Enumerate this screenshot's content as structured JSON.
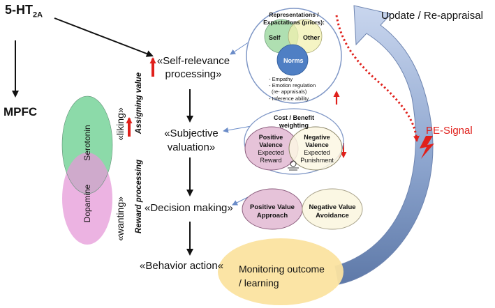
{
  "left": {
    "receptor_main": "5-HT",
    "receptor_sub": "2A",
    "mpfc": "MPFC",
    "serotonin": "Serotonin",
    "dopamine": "Dopamine",
    "liking": "«liking»",
    "wanting": "«wanting»",
    "assigning_value": "Assigning value",
    "reward_processing": "Reward processing"
  },
  "steps": {
    "self_relevance_1": "«Self-relevance",
    "self_relevance_2": "processing»",
    "subjective_1": "«Subjective",
    "subjective_2": "valuation»",
    "decision": "«Decision making»",
    "behavior": "«Behavior action«"
  },
  "priors": {
    "title_1": "Representations /",
    "title_2": "Expactations (priors):",
    "self": "Self",
    "other": "Other",
    "norms": "Norms",
    "list": [
      "- Empathy",
      "- Emotion regulation",
      "(re- appraisals)",
      "- Inference ability"
    ]
  },
  "cost_benefit": {
    "title_1": "Cost / Benefit",
    "title_2": "weighting",
    "positive_1": "Positive",
    "positive_2": "Valence",
    "positive_3": "Expected",
    "positive_4": "Reward",
    "negative_1": "Negative",
    "negative_2": "Valence",
    "negative_3": "Expected",
    "negative_4": "Punishment"
  },
  "decision_options": {
    "positive_1": "Positive Value",
    "positive_2": "Approach",
    "negative_1": "Negative Value",
    "negative_2": "Avoidance"
  },
  "monitoring": {
    "line_1": "Monitoring outcome",
    "line_2": "/ learning"
  },
  "feedback": {
    "update": "Update / Re-appraisal",
    "pe_signal": "PE-Signal"
  },
  "colors": {
    "serotonin": "#7fd6a0",
    "dopamine": "#e59ad8",
    "self_circle": "#a6dca9",
    "other_circle": "#f2f0b0",
    "norms_circle": "#4f7fc4",
    "positive_valence": "#e6c3d9",
    "negative_valence": "#fbf7e3",
    "monitoring": "#fbe3a0",
    "red": "#e0201b",
    "feedback_arrow": "#8ea6cf"
  }
}
